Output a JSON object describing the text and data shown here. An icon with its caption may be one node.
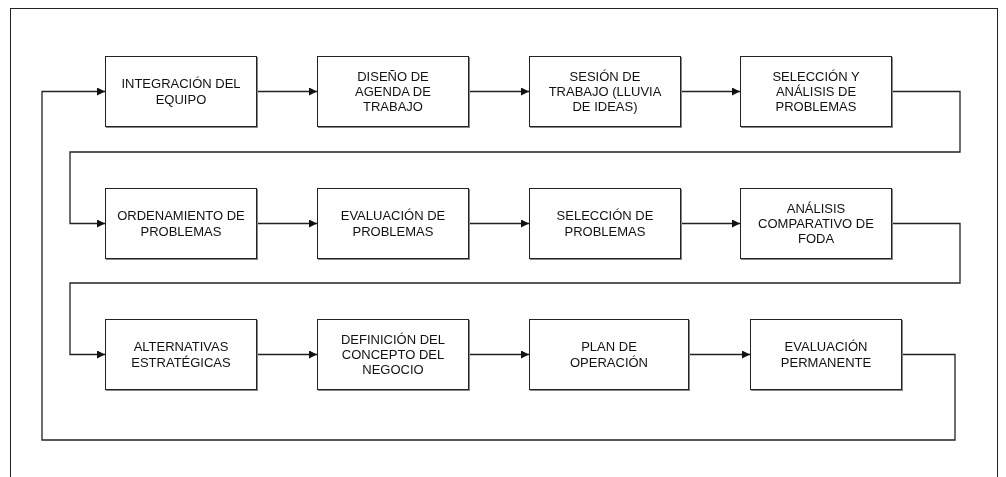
{
  "diagram": {
    "nodes": [
      {
        "text": [
          "INTEGRACIÓN DEL EQUIPO"
        ]
      },
      {
        "text": [
          "DISEÑO DE AGENDA DE TRABAJO"
        ]
      },
      {
        "text": [
          "SESIÓN DE TRABAJO (LLUVIA DE IDEAS)"
        ]
      },
      {
        "text": [
          "SELECCIÓN Y ANÁLISIS DE PROBLEMAS"
        ]
      },
      {
        "text": [
          "ORDENAMIENTO DE PROBLEMAS"
        ]
      },
      {
        "text": [
          "EVALUACIÓN DE PROBLEMAS"
        ]
      },
      {
        "text": [
          "SELECCIÓN DE PROBLEMAS"
        ]
      },
      {
        "text": [
          "ANÁLISIS COMPARATIVO DE FODA"
        ]
      },
      {
        "text": [
          "ALTERNATIVAS ESTRATÉGICAS"
        ]
      },
      {
        "text": [
          "DEFINICIÓN DEL CONCEPTO DEL NEGOCIO"
        ]
      },
      {
        "text": [
          "PLAN DE OPERACIÓN"
        ]
      },
      {
        "text": [
          "EVALUACIÓN PERMANENTE"
        ]
      }
    ],
    "edges": [
      {
        "from": 0,
        "to": 1,
        "arrow": "to"
      },
      {
        "from": 1,
        "to": 2,
        "arrow": "to"
      },
      {
        "from": 2,
        "to": 3,
        "arrow": "to"
      },
      {
        "from": 3,
        "to": 4,
        "arrow": "to"
      },
      {
        "from": 4,
        "to": 5,
        "arrow": "to"
      },
      {
        "from": 5,
        "to": 6,
        "arrow": "to"
      },
      {
        "from": 6,
        "to": 7,
        "arrow": "to"
      },
      {
        "from": 7,
        "to": 8,
        "arrow": "to"
      },
      {
        "from": 8,
        "to": 9,
        "arrow": "to"
      },
      {
        "from": 9,
        "to": 10,
        "arrow": "to"
      },
      {
        "from": 10,
        "to": 11,
        "arrow": "to"
      },
      {
        "from": 11,
        "to": 0,
        "arrow": "to"
      }
    ]
  }
}
